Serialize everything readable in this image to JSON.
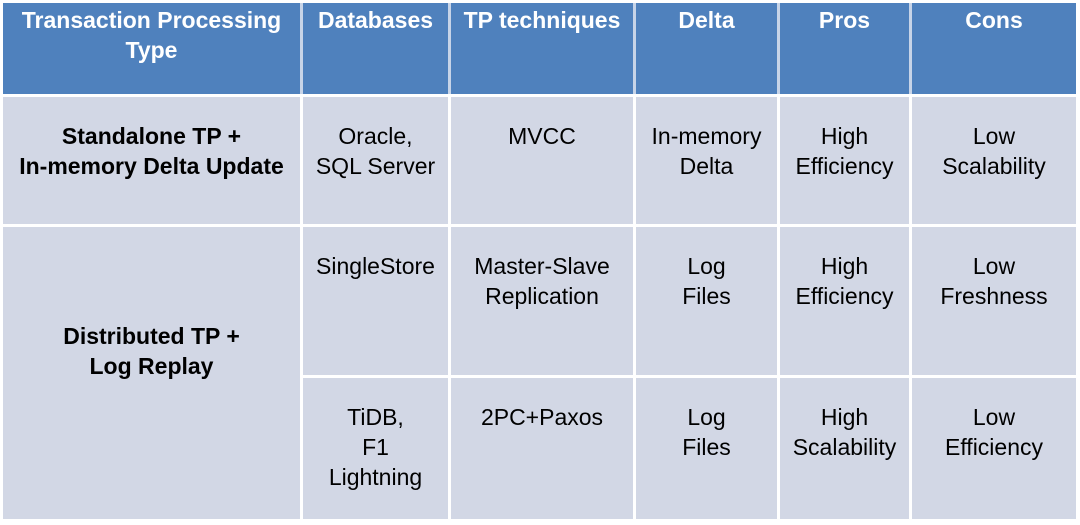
{
  "chart_data": {
    "type": "table",
    "title": "",
    "columns": [
      "Transaction Processing\nType",
      "Databases",
      "TP techniques",
      "Delta",
      "Pros",
      "Cons"
    ],
    "rows": [
      [
        "Standalone TP +\nIn-memory Delta Update",
        "Oracle,\nSQL Server",
        "MVCC",
        "In-memory\nDelta",
        "High\nEfficiency",
        "Low\nScalability"
      ],
      [
        "Distributed TP +\nLog Replay",
        "SingleStore",
        "Master-Slave\nReplication",
        "Log\nFiles",
        "High\nEfficiency",
        "Low\nFreshness"
      ],
      [
        "",
        "TiDB,\nF1\nLightning",
        "2PC+Paxos",
        "Log\nFiles",
        "High\nScalability",
        "Low\nEfficiency"
      ]
    ],
    "merges": [
      {
        "column": 0,
        "row_start": 1,
        "row_end": 2,
        "value": "Distributed TP +\nLog Replay"
      }
    ],
    "layout": {
      "header_position": "top",
      "grid": "on",
      "first_column_bold": true
    },
    "colors": {
      "header_bg": "#4f81bd",
      "header_text": "#ffffff",
      "body_bg": "#d2d7e5",
      "body_text": "#000000",
      "gridline": "#ffffff",
      "header_gridline": "#c7d4e8"
    }
  }
}
